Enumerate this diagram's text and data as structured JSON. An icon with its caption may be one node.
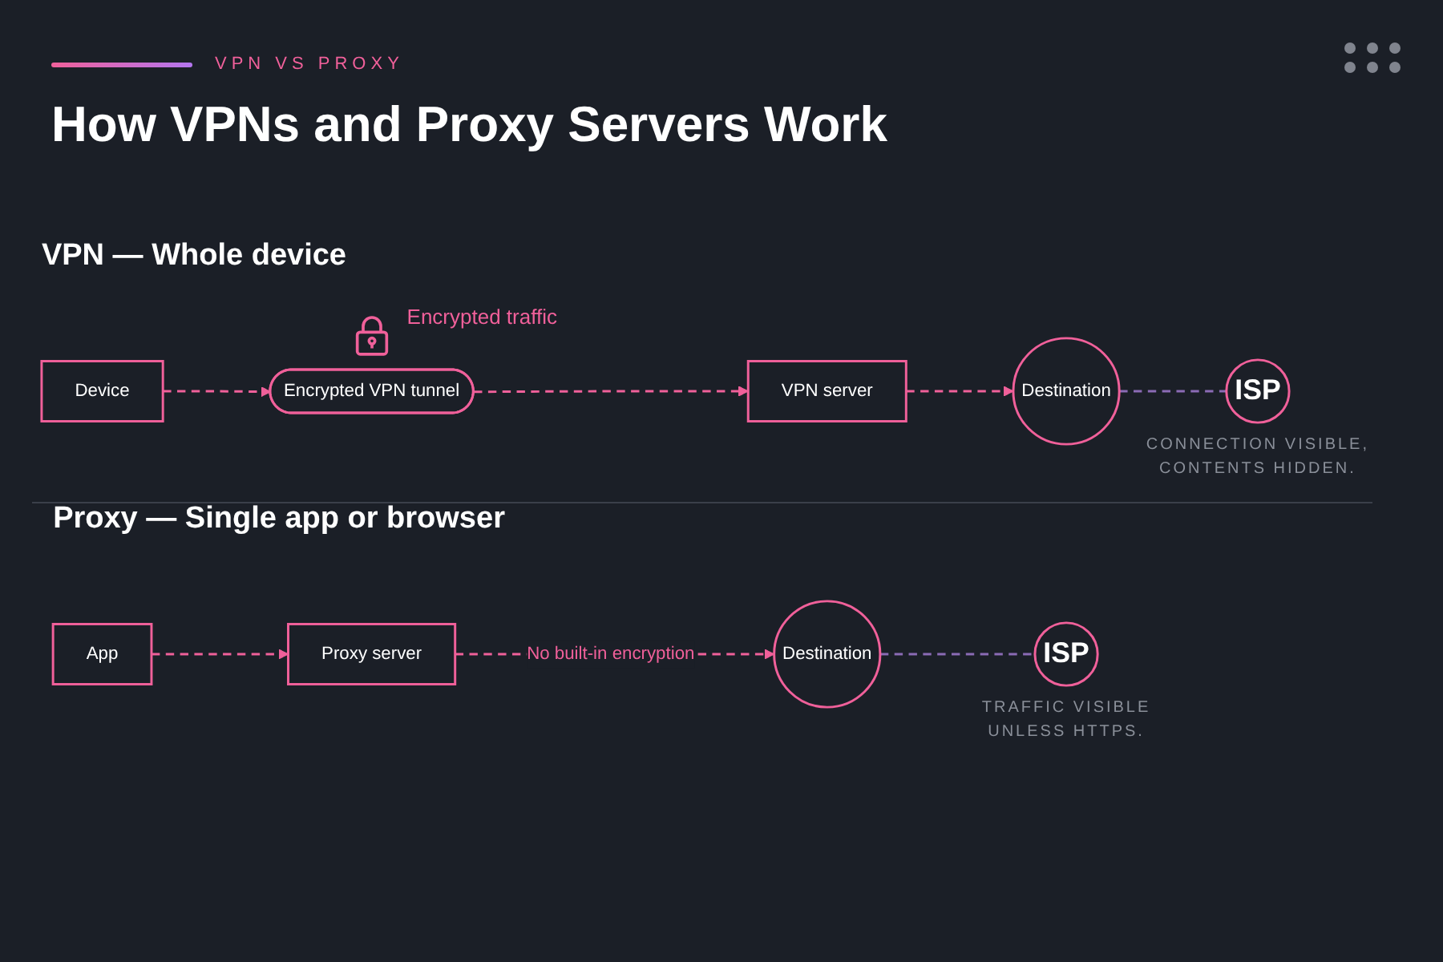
{
  "diagram": {
    "title": "How VPNs and Proxy Servers Work",
    "nodes": [
      {
        "text": [
          "Device"
        ]
      },
      {
        "text": [
          "Encrypted VPN tunnel"
        ],
        "beside": [
          "Encrypted traffic"
        ]
      },
      {
        "text": [
          "VPN server"
        ]
      },
      {
        "text": [
          "Destination"
        ]
      },
      {
        "text": [
          "ISP"
        ],
        "beside": [
          "CONNECTION VISIBLE, CONTENTS HIDDEN."
        ]
      },
      {
        "text": [
          "App"
        ]
      },
      {
        "text": [
          "Proxy server"
        ]
      },
      {
        "text": [
          "Destination"
        ]
      },
      {
        "text": [
          "ISP"
        ],
        "beside": [
          "TRAFFIC VISIBLE UNLESS HTTPS."
        ]
      }
    ],
    "edges": [
      {
        "from": 0,
        "to": 1,
        "arrow": "to",
        "style": "dashed"
      },
      {
        "from": 1,
        "to": 2,
        "arrow": "to",
        "style": "dashed"
      },
      {
        "from": 2,
        "to": 3,
        "arrow": "to",
        "style": "dashed"
      },
      {
        "from": 3,
        "to": 4,
        "arrow": "none",
        "style": "dashed",
        "color": "#8b6bb5"
      },
      {
        "from": 5,
        "to": 6,
        "arrow": "to",
        "style": "dashed"
      },
      {
        "from": 6,
        "to": 7,
        "arrow": "to",
        "style": "dashed",
        "label": "No built-in encryption"
      },
      {
        "from": 7,
        "to": 8,
        "arrow": "none",
        "style": "dashed",
        "color": "#8b6bb5"
      }
    ],
    "labels": [
      "VPN VS PROXY",
      "VPN — Whole device",
      "Proxy — Single app or browser"
    ]
  }
}
